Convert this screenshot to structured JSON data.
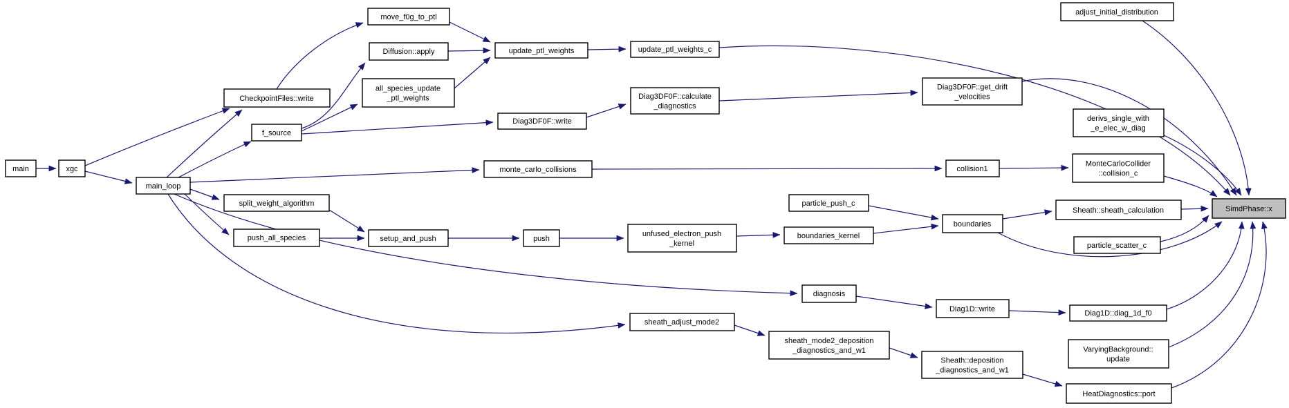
{
  "graph": {
    "type": "doxygen-caller-graph",
    "colors": {
      "edge": "#191970",
      "node_border": "#000000",
      "node_fill": "#ffffff",
      "highlight_fill": "#bfbfbf"
    },
    "highlighted_node": "simdphase_x",
    "nodes": {
      "main": {
        "label": "main"
      },
      "xgc": {
        "label": "xgc"
      },
      "main_loop": {
        "label": "main_loop"
      },
      "checkpointfiles_write": {
        "label": "CheckpointFiles::write"
      },
      "f_source": {
        "label": "f_source"
      },
      "move_f0g_to_ptl": {
        "label": "move_f0g_to_ptl"
      },
      "diffusion_apply": {
        "label": "Diffusion::apply"
      },
      "all_species_update_ptl_weights": {
        "lines": [
          "all_species_update",
          "_ptl_weights"
        ]
      },
      "update_ptl_weights": {
        "label": "update_ptl_weights"
      },
      "update_ptl_weights_c": {
        "label": "update_ptl_weights_c"
      },
      "diag3df0f_write": {
        "label": "Diag3DF0F::write"
      },
      "diag3df0f_calculate_diagnostics": {
        "lines": [
          "Diag3DF0F::calculate",
          "_diagnostics"
        ]
      },
      "diag3df0f_get_drift_velocities": {
        "lines": [
          "Diag3DF0F::get_drift",
          "_velocities"
        ]
      },
      "monte_carlo_collisions": {
        "label": "monte_carlo_collisions"
      },
      "collision1": {
        "label": "collision1"
      },
      "montecarlocollider_collision_c": {
        "lines": [
          "MonteCarloCollider",
          "::collision_c"
        ]
      },
      "adjust_initial_distribution": {
        "label": "adjust_initial_distribution"
      },
      "derivs_single_with_e_elec_w_diag": {
        "lines": [
          "derivs_single_with",
          "_e_elec_w_diag"
        ]
      },
      "simdphase_x": {
        "label": "SimdPhase::x"
      },
      "split_weight_algorithm": {
        "label": "split_weight_algorithm"
      },
      "push_all_species": {
        "label": "push_all_species"
      },
      "setup_and_push": {
        "label": "setup_and_push"
      },
      "push": {
        "label": "push"
      },
      "unfused_electron_push_kernel": {
        "lines": [
          "unfused_electron_push",
          "_kernel"
        ]
      },
      "boundaries_kernel": {
        "label": "boundaries_kernel"
      },
      "particle_push_c": {
        "label": "particle_push_c"
      },
      "boundaries": {
        "label": "boundaries"
      },
      "sheath_sheath_calculation": {
        "label": "Sheath::sheath_calculation"
      },
      "particle_scatter_c": {
        "label": "particle_scatter_c"
      },
      "diagnosis": {
        "label": "diagnosis"
      },
      "diag1d_write": {
        "label": "Diag1D::write"
      },
      "diag1d_diag_1d_f0": {
        "label": "Diag1D::diag_1d_f0"
      },
      "sheath_adjust_mode2": {
        "label": "sheath_adjust_mode2"
      },
      "sheath_mode2_deposition_diagnostics_and_w1": {
        "lines": [
          "sheath_mode2_deposition",
          "_diagnostics_and_w1"
        ]
      },
      "sheath_deposition_diagnostics_and_w1": {
        "lines": [
          "Sheath::deposition",
          "_diagnostics_and_w1"
        ]
      },
      "varyingbackground_update": {
        "lines": [
          "VaryingBackground::",
          "update"
        ]
      },
      "heatdiagnostics_port": {
        "label": "HeatDiagnostics::port"
      }
    },
    "edges": [
      {
        "from": "main",
        "to": "xgc"
      },
      {
        "from": "xgc",
        "to": "main_loop"
      },
      {
        "from": "xgc",
        "to": "checkpointfiles_write"
      },
      {
        "from": "main_loop",
        "to": "checkpointfiles_write"
      },
      {
        "from": "main_loop",
        "to": "f_source"
      },
      {
        "from": "main_loop",
        "to": "monte_carlo_collisions"
      },
      {
        "from": "main_loop",
        "to": "split_weight_algorithm"
      },
      {
        "from": "main_loop",
        "to": "push_all_species"
      },
      {
        "from": "main_loop",
        "to": "diagnosis"
      },
      {
        "from": "main_loop",
        "to": "sheath_adjust_mode2"
      },
      {
        "from": "checkpointfiles_write",
        "to": "move_f0g_to_ptl"
      },
      {
        "from": "f_source",
        "to": "diffusion_apply"
      },
      {
        "from": "f_source",
        "to": "all_species_update_ptl_weights"
      },
      {
        "from": "f_source",
        "to": "diag3df0f_write"
      },
      {
        "from": "move_f0g_to_ptl",
        "to": "update_ptl_weights"
      },
      {
        "from": "diffusion_apply",
        "to": "update_ptl_weights"
      },
      {
        "from": "all_species_update_ptl_weights",
        "to": "update_ptl_weights"
      },
      {
        "from": "update_ptl_weights",
        "to": "update_ptl_weights_c"
      },
      {
        "from": "update_ptl_weights_c",
        "to": "simdphase_x"
      },
      {
        "from": "diag3df0f_write",
        "to": "diag3df0f_calculate_diagnostics"
      },
      {
        "from": "diag3df0f_calculate_diagnostics",
        "to": "diag3df0f_get_drift_velocities"
      },
      {
        "from": "diag3df0f_get_drift_velocities",
        "to": "simdphase_x"
      },
      {
        "from": "monte_carlo_collisions",
        "to": "collision1"
      },
      {
        "from": "collision1",
        "to": "montecarlocollider_collision_c"
      },
      {
        "from": "montecarlocollider_collision_c",
        "to": "simdphase_x"
      },
      {
        "from": "adjust_initial_distribution",
        "to": "simdphase_x"
      },
      {
        "from": "derivs_single_with_e_elec_w_diag",
        "to": "simdphase_x"
      },
      {
        "from": "split_weight_algorithm",
        "to": "setup_and_push"
      },
      {
        "from": "push_all_species",
        "to": "setup_and_push"
      },
      {
        "from": "setup_and_push",
        "to": "push"
      },
      {
        "from": "push",
        "to": "unfused_electron_push_kernel"
      },
      {
        "from": "unfused_electron_push_kernel",
        "to": "boundaries_kernel"
      },
      {
        "from": "boundaries_kernel",
        "to": "boundaries"
      },
      {
        "from": "particle_push_c",
        "to": "boundaries"
      },
      {
        "from": "boundaries",
        "to": "sheath_sheath_calculation"
      },
      {
        "from": "boundaries",
        "to": "simdphase_x"
      },
      {
        "from": "sheath_sheath_calculation",
        "to": "simdphase_x"
      },
      {
        "from": "particle_scatter_c",
        "to": "simdphase_x"
      },
      {
        "from": "diagnosis",
        "to": "diag1d_write"
      },
      {
        "from": "diag1d_write",
        "to": "diag1d_diag_1d_f0"
      },
      {
        "from": "diag1d_diag_1d_f0",
        "to": "simdphase_x"
      },
      {
        "from": "sheath_adjust_mode2",
        "to": "sheath_mode2_deposition_diagnostics_and_w1"
      },
      {
        "from": "sheath_mode2_deposition_diagnostics_and_w1",
        "to": "sheath_deposition_diagnostics_and_w1"
      },
      {
        "from": "sheath_deposition_diagnostics_and_w1",
        "to": "heatdiagnostics_port"
      },
      {
        "from": "varyingbackground_update",
        "to": "simdphase_x"
      },
      {
        "from": "heatdiagnostics_port",
        "to": "simdphase_x"
      }
    ]
  }
}
